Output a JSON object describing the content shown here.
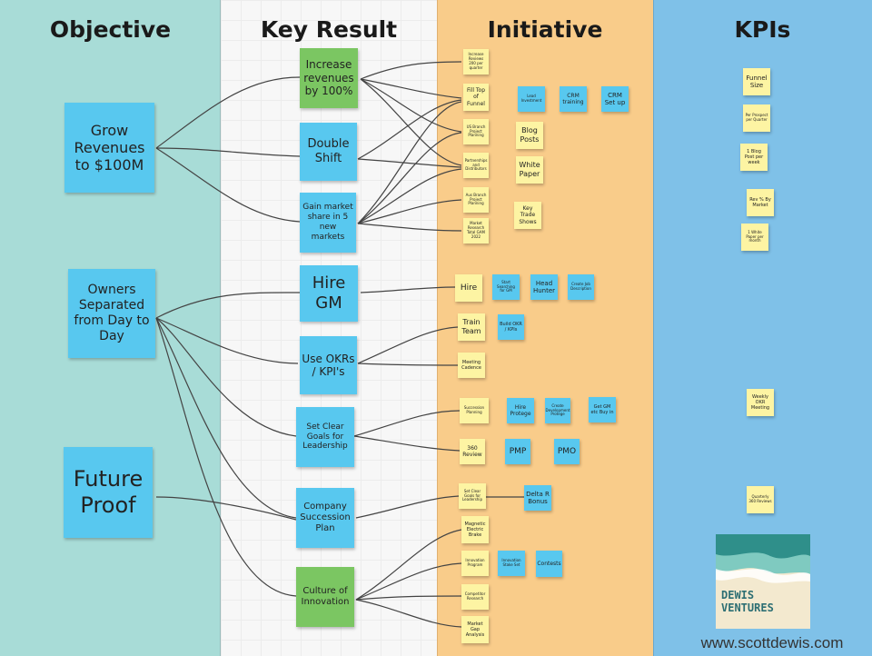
{
  "headers": {
    "objective": "Objective",
    "key_result": "Key Result",
    "initiative": "Initiative",
    "kpis": "KPIs"
  },
  "colors": {
    "objective_bg": "#a8dcd7",
    "key_result_bg": "#f7f7f7",
    "initiative_bg": "#f9cc8a",
    "kpi_bg": "#7fc1e8",
    "blue_note": "#58c8ef",
    "green_note": "#7bc662",
    "yellow_note": "#fdf4a3"
  },
  "objectives": {
    "grow": "Grow Revenues to $100M",
    "owners": "Owners Separated from Day to Day",
    "future": "Future Proof"
  },
  "key_results": {
    "increase": "Increase revenues by 100%",
    "double": "Double Shift",
    "market": "Gain market share in 5 new markets",
    "hire_gm": "Hire GM",
    "okrs": "Use OKRs / KPI's",
    "goals": "Set Clear Goals for Leadership",
    "succession": "Company Succession Plan",
    "culture": "Culture of Innovation"
  },
  "initiatives": {
    "increase_reviews": "Increase Reviews 200 per quarter",
    "fill_top": "Fill Top of Funnel",
    "lead_investment": "Lead Investment",
    "crm_training": "CRM training",
    "crm_setup": "CRM Set up",
    "us_branch": "US Branch Project Planning",
    "blog_posts": "Blog Posts",
    "partnerships": "Partnerships and Distributors",
    "white_paper": "White Paper",
    "aus_branch": "Aus Branch Project Planning",
    "trade_shows": "Key Trade Shows",
    "market_research": "Market Research Total GAM 2022",
    "hire": "Hire",
    "start_searching": "Start Searching for GM",
    "head_hunter": "Head Hunter",
    "create_job": "Create Job Description",
    "train_team": "Train Team",
    "build_okr": "Build OKR / KPIs",
    "meeting_cadence": "Meeting Cadence",
    "succession_planning": "Succession Planning",
    "hire_protege": "Hire Protege",
    "create_development": "Create Development Protege",
    "get_gm_buy_in": "Get GM etc Buy in",
    "review_360": "360 Review",
    "pmp": "PMP",
    "pmo": "PMO",
    "set_clear_goals": "Set Clear Goals for Leadership",
    "delta_bonus": "Delta R Bonus",
    "magnetic_brake": "Magnetic Electric Brake",
    "innovation_program": "Innovation Program",
    "innovation_stake": "Innovation Stake Set",
    "contests": "Contests",
    "competitor_research": "Competitor Research",
    "market_gap": "Market Gap Analysis"
  },
  "kpis": {
    "funnel_size": "Funnel Size",
    "per_prospect": "Per Prospect per Quarter",
    "blog_per_week": "1 Blog Post per week",
    "rev_by_market": "Rev % By Market",
    "white_paper_month": "1 White Paper per month",
    "weekly_okr": "Weekly OKR Meeting",
    "quarterly_360": "Quarterly 360 Reviews"
  },
  "logo": {
    "line1": "DEWIS",
    "line2": "VENTURES"
  },
  "website": "www.scottdewis.com"
}
